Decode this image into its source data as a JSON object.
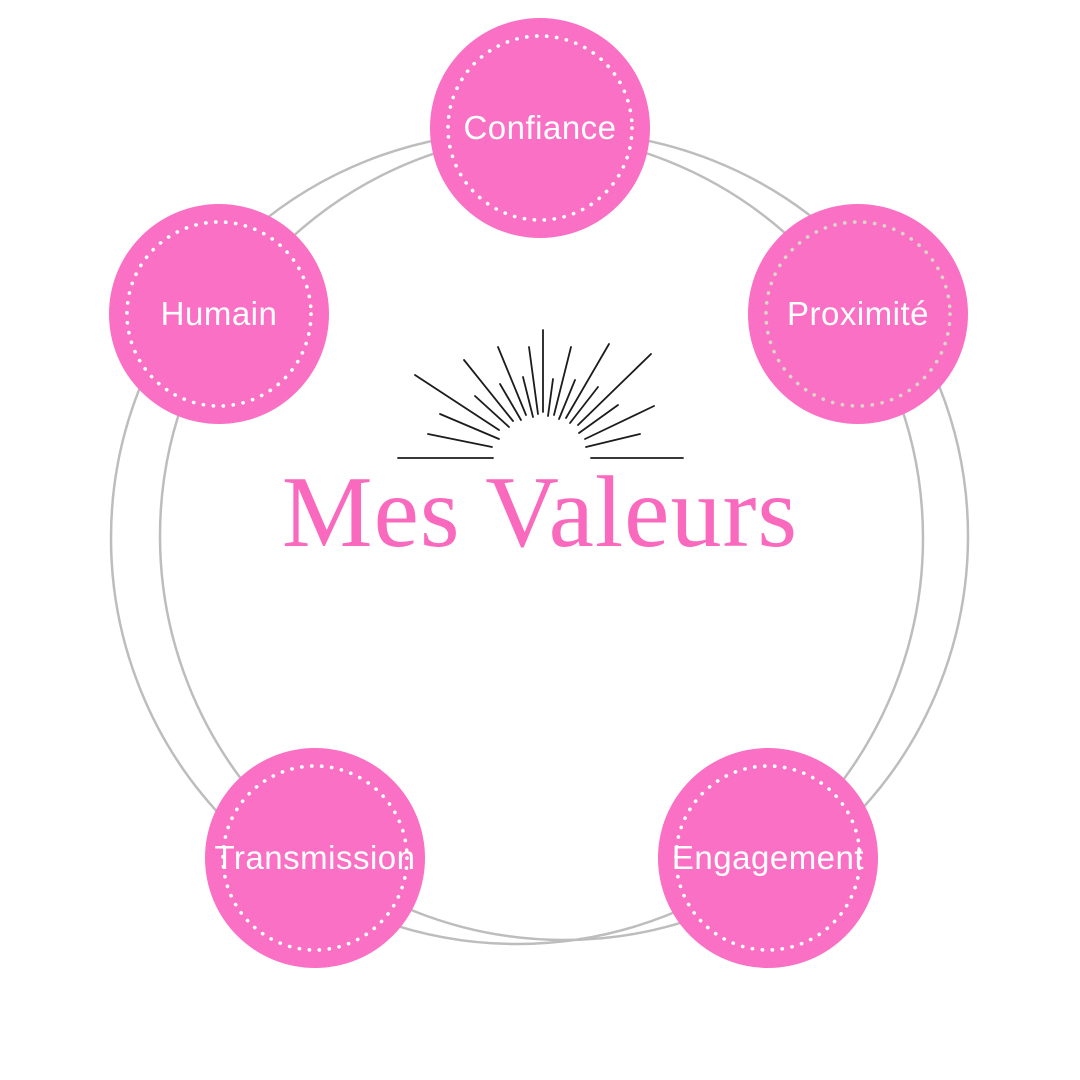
{
  "title": "Mes Valeurs",
  "colors": {
    "circle_pink": "#fa70c5",
    "title_pink": "#f969bd",
    "ring_gray": "#bdbdbd",
    "sunburst_black": "#1c1c1c",
    "label_white": "#ffffff",
    "dot_beige": "#d8d4c8",
    "background": "#ffffff"
  },
  "icons": {
    "center_decoration": "sunburst-icon"
  },
  "values": [
    {
      "label": "Confiance",
      "position": "top",
      "dot_color": "#ffffff"
    },
    {
      "label": "Humain",
      "position": "left",
      "dot_color": "#ffffff"
    },
    {
      "label": "Proximité",
      "position": "right",
      "dot_color": "#d8d4c8"
    },
    {
      "label": "Transmission",
      "position": "bottom-left",
      "dot_color": "#ffffff"
    },
    {
      "label": "Engagement",
      "position": "bottom-right",
      "dot_color": "#ffffff"
    }
  ]
}
